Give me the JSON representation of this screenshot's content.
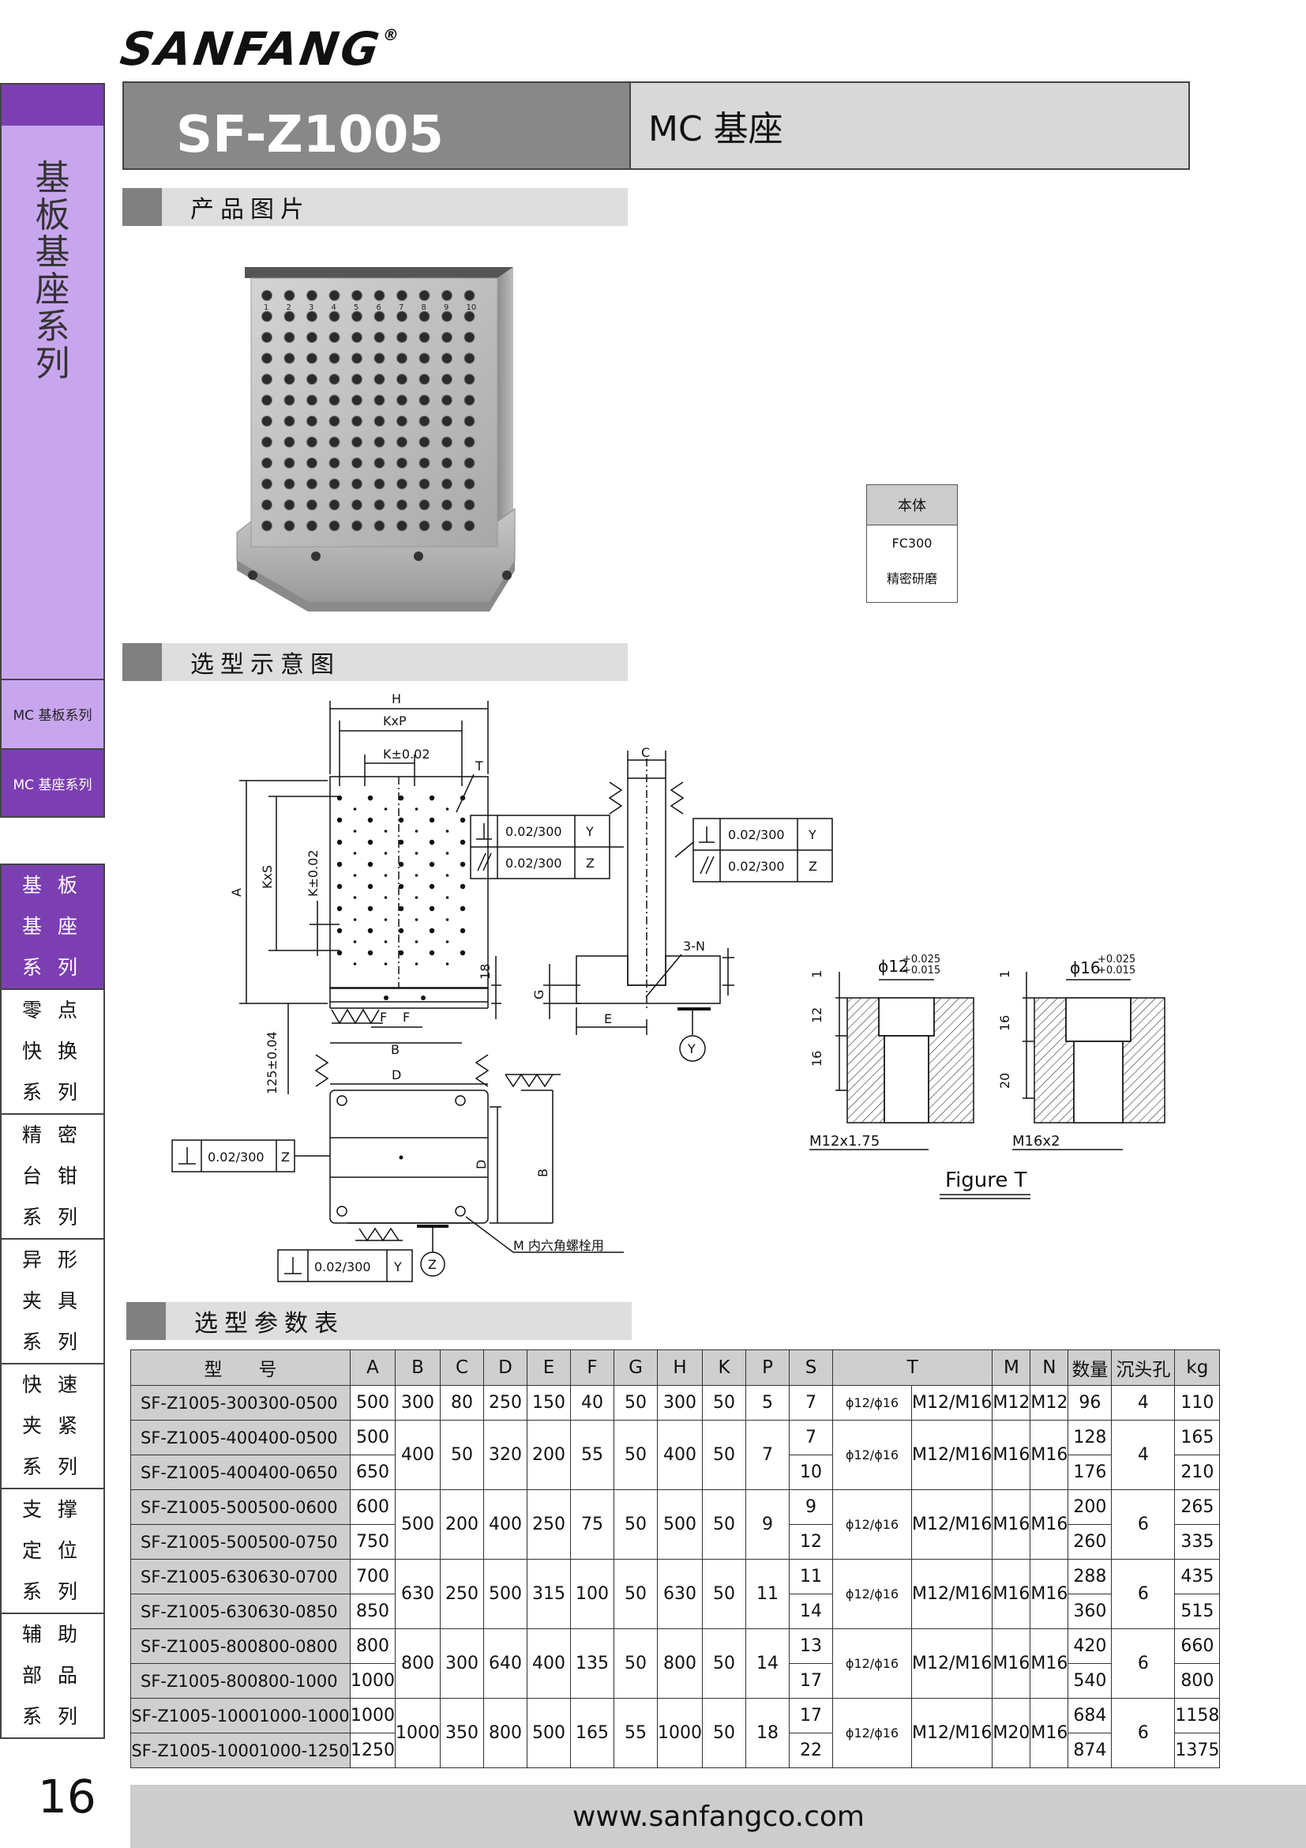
{
  "brand": {
    "logo": "SANFANG",
    "reg": "®"
  },
  "sidebar": {
    "vertical_title": "基板基座系列",
    "sub1": "MC 基板系列",
    "sub2": "MC 基座系列",
    "categories": [
      {
        "l1": "基",
        "l2": "板",
        "l3": "基",
        "l4": "座",
        "l5": "系",
        "l6": "列",
        "active": true
      },
      {
        "l1": "零",
        "l2": "点",
        "l3": "快",
        "l4": "换",
        "l5": "系",
        "l6": "列"
      },
      {
        "l1": "精",
        "l2": "密",
        "l3": "台",
        "l4": "钳",
        "l5": "系",
        "l6": "列"
      },
      {
        "l1": "异",
        "l2": "形",
        "l3": "夹",
        "l4": "具",
        "l5": "系",
        "l6": "列"
      },
      {
        "l1": "快",
        "l2": "速",
        "l3": "夹",
        "l4": "紧",
        "l5": "系",
        "l6": "列"
      },
      {
        "l1": "支",
        "l2": "撑",
        "l3": "定",
        "l4": "位",
        "l5": "系",
        "l6": "列"
      },
      {
        "l1": "辅",
        "l2": "助",
        "l3": "部",
        "l4": "品",
        "l5": "系",
        "l6": "列"
      }
    ]
  },
  "header": {
    "code": "SF-Z1005",
    "name": "MC 基座"
  },
  "sections": {
    "photo": "产品图片",
    "diagram": "选型示意图",
    "params": "选型参数表"
  },
  "material": {
    "header": "本体",
    "row1": "FC300",
    "row2": "精密研磨"
  },
  "drawing": {
    "H": "H",
    "KxP": "KxP",
    "K002": "K±0.02",
    "T": "T",
    "A": "A",
    "KxS": "KxS",
    "K002v": "K±0.02",
    "n18": "18",
    "F": "F",
    "B": "B",
    "n125": "125±0.04",
    "D": "D",
    "tol1": "0.02/300",
    "Y": "Y",
    "Z": "Z",
    "C": "C",
    "G": "G",
    "E": "E",
    "N3": "3-N",
    "M_note": "M 内六角螺栓用",
    "hole1_dia": "ϕ12",
    "hole1_tol_up": "+0.025",
    "hole1_tol_dn": "+0.015",
    "hole2_dia": "ϕ16",
    "hole2_tol_up": "+0.025",
    "hole2_tol_dn": "+0.015",
    "d1": "1",
    "d12": "12",
    "d16": "16",
    "d20": "20",
    "thread1": "M12x1.75",
    "thread2": "M16x2",
    "figure": "Figure T",
    "num_labels": [
      "1",
      "2",
      "3",
      "4",
      "5",
      "6",
      "7",
      "8",
      "9",
      "10"
    ]
  },
  "table": {
    "headers": [
      "型　　号",
      "A",
      "B",
      "C",
      "D",
      "E",
      "F",
      "G",
      "H",
      "K",
      "P",
      "S",
      "T",
      "M",
      "N",
      "数量",
      "沉头孔",
      "kg"
    ],
    "rows": [
      {
        "model": "SF-Z1005-300300-0500",
        "A": "500",
        "B": "300",
        "C": "80",
        "D": "250",
        "E": "150",
        "F": "40",
        "G": "50",
        "H": "300",
        "K": "50",
        "P": "5",
        "S": "7",
        "T1": "ϕ12/ϕ16",
        "T2": "M12/M16",
        "M": "M12",
        "N": "M12",
        "qty": "96",
        "cb": "4",
        "kg": "110"
      },
      {
        "model": "SF-Z1005-400400-0500",
        "A": "500",
        "B": "400",
        "C": "50",
        "D": "320",
        "E": "200",
        "F": "55",
        "G": "50",
        "H": "400",
        "K": "50",
        "P": "7",
        "S": "7",
        "T1": "ϕ12/ϕ16",
        "T2": "M12/M16",
        "M": "M16",
        "N": "M16",
        "qty": "128",
        "cb": "4",
        "kg": "165"
      },
      {
        "model": "SF-Z1005-400400-0650",
        "A": "650",
        "S": "10",
        "qty": "176",
        "kg": "210"
      },
      {
        "model": "SF-Z1005-500500-0600",
        "A": "600",
        "B": "500",
        "C": "200",
        "D": "400",
        "E": "250",
        "F": "75",
        "G": "50",
        "H": "500",
        "K": "50",
        "P": "9",
        "S": "9",
        "T1": "ϕ12/ϕ16",
        "T2": "M12/M16",
        "M": "M16",
        "N": "M16",
        "qty": "200",
        "cb": "6",
        "kg": "265"
      },
      {
        "model": "SF-Z1005-500500-0750",
        "A": "750",
        "S": "12",
        "qty": "260",
        "kg": "335"
      },
      {
        "model": "SF-Z1005-630630-0700",
        "A": "700",
        "B": "630",
        "C": "250",
        "D": "500",
        "E": "315",
        "F": "100",
        "G": "50",
        "H": "630",
        "K": "50",
        "P": "11",
        "S": "11",
        "T1": "ϕ12/ϕ16",
        "T2": "M12/M16",
        "M": "M16",
        "N": "M16",
        "qty": "288",
        "cb": "6",
        "kg": "435"
      },
      {
        "model": "SF-Z1005-630630-0850",
        "A": "850",
        "S": "14",
        "qty": "360",
        "kg": "515"
      },
      {
        "model": "SF-Z1005-800800-0800",
        "A": "800",
        "B": "800",
        "C": "300",
        "D": "640",
        "E": "400",
        "F": "135",
        "G": "50",
        "H": "800",
        "K": "50",
        "P": "14",
        "S": "13",
        "T1": "ϕ12/ϕ16",
        "T2": "M12/M16",
        "M": "M16",
        "N": "M16",
        "qty": "420",
        "cb": "6",
        "kg": "660"
      },
      {
        "model": "SF-Z1005-800800-1000",
        "A": "1000",
        "S": "17",
        "qty": "540",
        "kg": "800"
      },
      {
        "model": "SF-Z1005-10001000-1000",
        "A": "1000",
        "B": "1000",
        "C": "350",
        "D": "800",
        "E": "500",
        "F": "165",
        "G": "55",
        "H": "1000",
        "K": "50",
        "P": "18",
        "S": "17",
        "T1": "ϕ12/ϕ16",
        "T2": "M12/M16",
        "M": "M20",
        "N": "M16",
        "qty": "684",
        "cb": "6",
        "kg": "1158"
      },
      {
        "model": "SF-Z1005-10001000-1250",
        "A": "1250",
        "S": "22",
        "qty": "874",
        "kg": "1375"
      }
    ]
  },
  "page_number": "16",
  "footer_url": "www.sanfangco.com"
}
